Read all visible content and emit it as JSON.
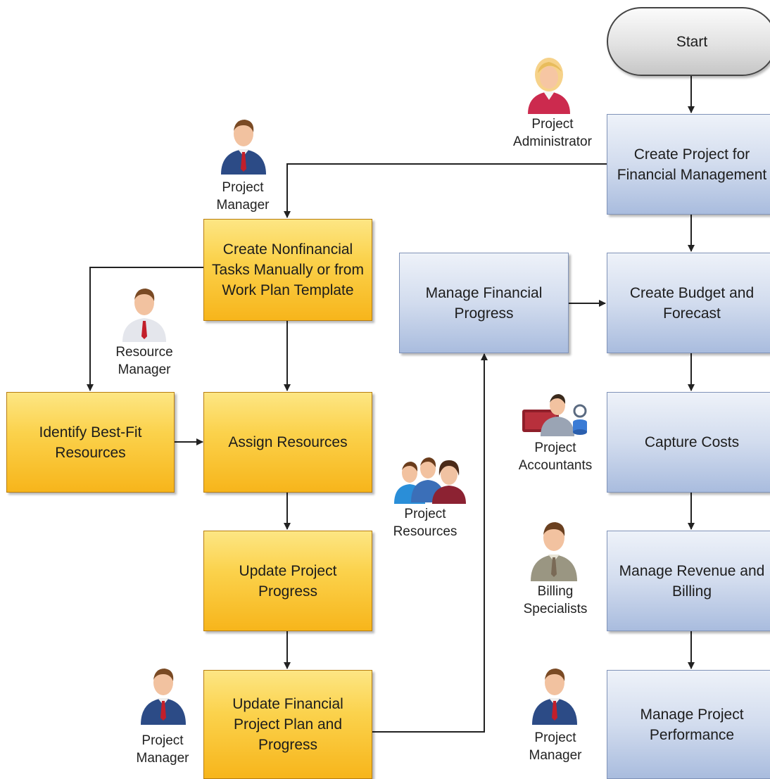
{
  "diagram": {
    "start": "Start",
    "steps": {
      "create_project": "Create Project for Financial Management",
      "create_tasks": "Create Nonfinancial Tasks Manually or from Work Plan Template",
      "manage_financial_progress": "Manage Financial Progress",
      "create_budget": "Create Budget and Forecast",
      "identify_resources": "Identify Best-Fit Resources",
      "assign_resources": "Assign Resources",
      "capture_costs": "Capture Costs",
      "update_project_progress": "Update Project Progress",
      "manage_revenue": "Manage Revenue and Billing",
      "update_financial_plan": "Update Financial Project Plan and Progress",
      "manage_performance": "Manage Project Performance"
    },
    "roles": {
      "project_administrator": "Project Administrator",
      "project_manager_top": "Project Manager",
      "resource_manager": "Resource Manager",
      "project_resources": "Project Resources",
      "project_accountants": "Project Accountants",
      "billing_specialists": "Billing Specialists",
      "project_manager_bottom_left": "Project Manager",
      "project_manager_bottom_right": "Project Manager"
    },
    "colors": {
      "task_yellow": "#f9c532",
      "task_blue": "#c4d1ea",
      "connector": "#222222"
    }
  }
}
